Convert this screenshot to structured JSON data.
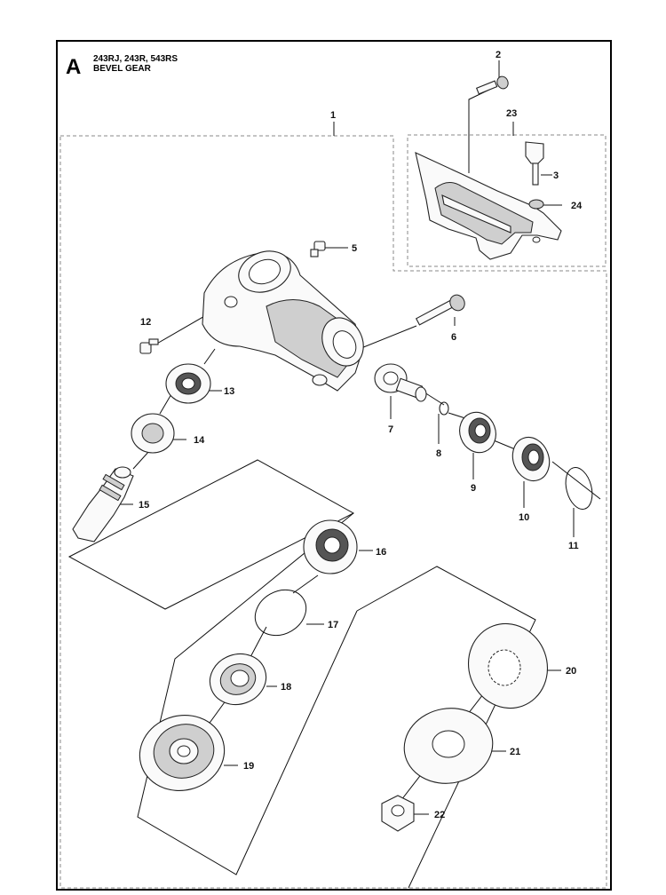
{
  "header": {
    "section_letter": "A",
    "models": "243RJ, 243R, 543RS",
    "title": "BEVEL GEAR"
  },
  "callouts": [
    "1",
    "2",
    "3",
    "5",
    "6",
    "7",
    "8",
    "9",
    "10",
    "11",
    "12",
    "13",
    "14",
    "15",
    "16",
    "17",
    "18",
    "19",
    "20",
    "21",
    "22",
    "23",
    "24"
  ]
}
